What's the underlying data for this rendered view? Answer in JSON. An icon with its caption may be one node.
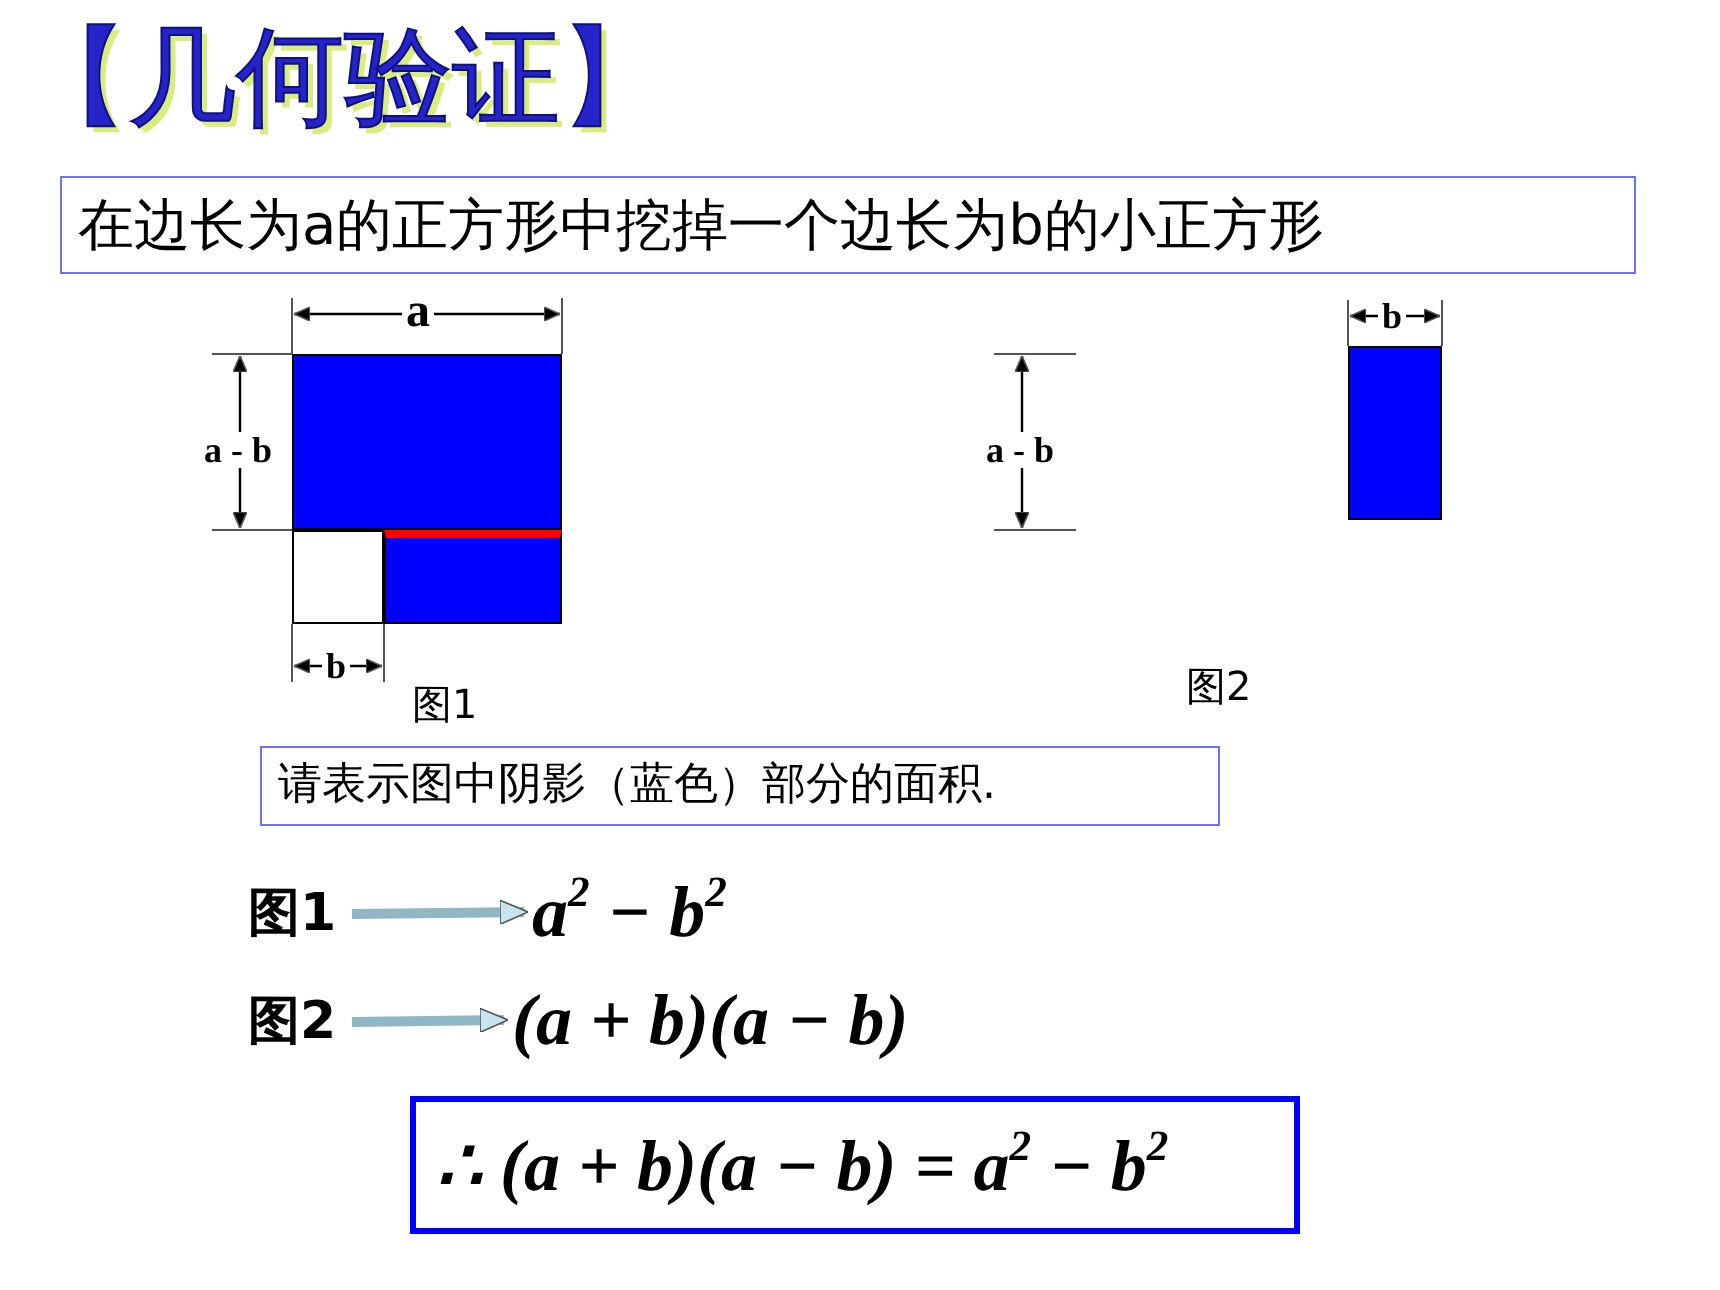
{
  "diagram": {
    "title": "【几何验证】",
    "nodes": [
      {
        "text": [
          "在边长为a的正方形中挖掉一个边长为b的小正方形"
        ]
      },
      {
        "text": [],
        "shape": "box"
      },
      {
        "text": [],
        "shape": "box"
      },
      {
        "text": [],
        "shape": "box"
      },
      {
        "text": [],
        "shape": "box"
      },
      {
        "text": [
          "请表示图中阴影（蓝色）部分的面积."
        ]
      },
      {
        "text": [
          "图1"
        ]
      },
      {
        "text": [
          "a$^{2}$ − b$^{2}$"
        ]
      },
      {
        "text": [
          "图2"
        ]
      },
      {
        "text": [
          "(a + b)(a − b)"
        ]
      },
      {
        "text": [
          "∴ (a + b)(a − b) = a$^{2}$ − b$^{2}$"
        ]
      }
    ],
    "edges": [
      {
        "from": 6,
        "to": 7,
        "arrow": "to"
      },
      {
        "from": 8,
        "to": 9,
        "arrow": "to"
      }
    ],
    "labels": [
      "a",
      "b",
      "a - b",
      "a - b",
      "b",
      "图2",
      "图1"
    ]
  }
}
